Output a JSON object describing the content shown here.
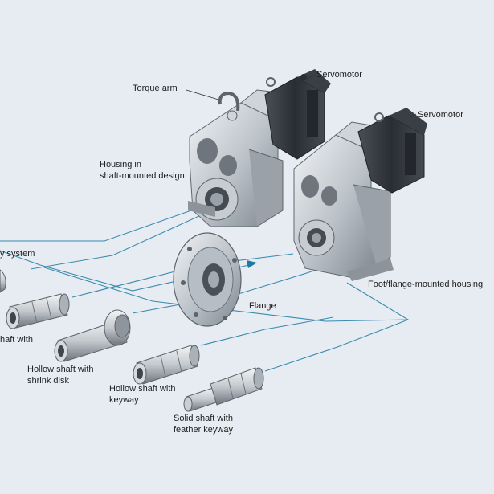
{
  "labels": {
    "torque_arm": "Torque arm",
    "servomotor_top": "Servomotor",
    "servomotor_right": "Servomotor",
    "housing_shaft_mounted": "Housing in\nshaft-mounted design",
    "foot_flange_housing": "Foot/flange-mounted housing",
    "flange": "Flange",
    "partial_system": "y system",
    "partial_shaft_with": "haft with",
    "hollow_shaft_shrink_disk": "Hollow shaft with\nshrink disk",
    "hollow_shaft_keyway": "Hollow shaft with\nkeyway",
    "solid_shaft_feather_keyway": "Solid shaft with\nfeather keyway"
  },
  "colors": {
    "background": "#e7ecf2",
    "connector_line": "#3a8bb0",
    "arrow": "#1e7aa0",
    "metal_light": "#d8dde3",
    "metal_mid": "#a9b0b8",
    "metal_dark": "#5c636b",
    "motor_dark": "#2f3338"
  }
}
